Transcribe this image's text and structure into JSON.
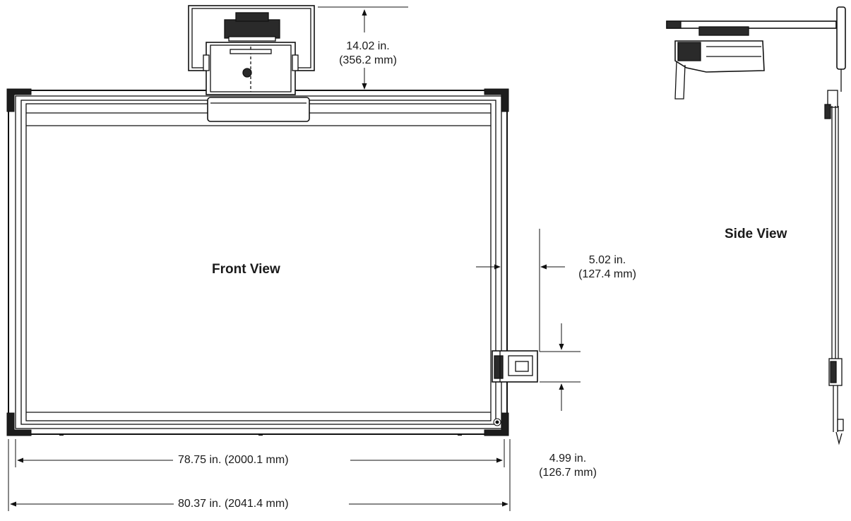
{
  "views": {
    "front": "Front View",
    "side": "Side View"
  },
  "dimensions": {
    "projector_height_in": "14.02 in.",
    "projector_height_mm": "(356.2 mm)",
    "tray_depth_in": "5.02 in.",
    "tray_depth_mm": "(127.4 mm)",
    "tray_height_in": "4.99 in.",
    "tray_height_mm": "(126.7 mm)",
    "inner_width": "78.75 in. (2000.1 mm)",
    "outer_width": "80.37 in. (2041.4 mm)"
  }
}
